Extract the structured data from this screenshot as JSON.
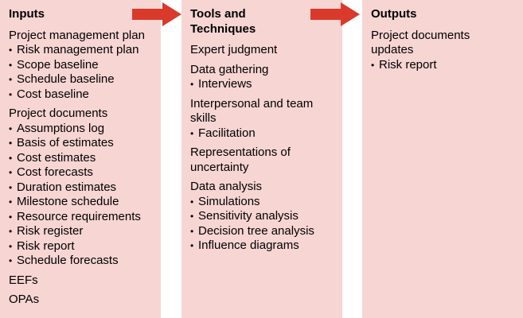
{
  "colors": {
    "panel": "#f6d5d3",
    "arrow": "#d93a2b"
  },
  "columns": [
    {
      "title": "Inputs",
      "groups": [
        {
          "label": "Project management plan",
          "items": [
            "Risk management plan",
            "Scope baseline",
            "Schedule baseline",
            "Cost baseline"
          ]
        },
        {
          "label": "Project documents",
          "items": [
            "Assumptions log",
            "Basis of estimates",
            "Cost estimates",
            "Cost forecasts",
            "Duration estimates",
            "Milestone schedule",
            "Resource requirements",
            "Risk register",
            "Risk report",
            "Schedule forecasts"
          ]
        },
        {
          "label": "EEFs",
          "items": []
        },
        {
          "label": "OPAs",
          "items": []
        }
      ]
    },
    {
      "title": "Tools and Techniques",
      "groups": [
        {
          "label": "Expert judgment",
          "items": []
        },
        {
          "label": "Data gathering",
          "items": [
            "Interviews"
          ]
        },
        {
          "label": "Interpersonal and team skills",
          "items": [
            "Facilitation"
          ]
        },
        {
          "label": "Representations of uncertainty",
          "items": []
        },
        {
          "label": "Data analysis",
          "items": [
            "Simulations",
            "Sensitivity analysis",
            "Decision tree analysis",
            "Influence diagrams"
          ]
        }
      ]
    },
    {
      "title": "Outputs",
      "groups": [
        {
          "label": "Project documents updates",
          "items": [
            "Risk report"
          ]
        }
      ]
    }
  ]
}
